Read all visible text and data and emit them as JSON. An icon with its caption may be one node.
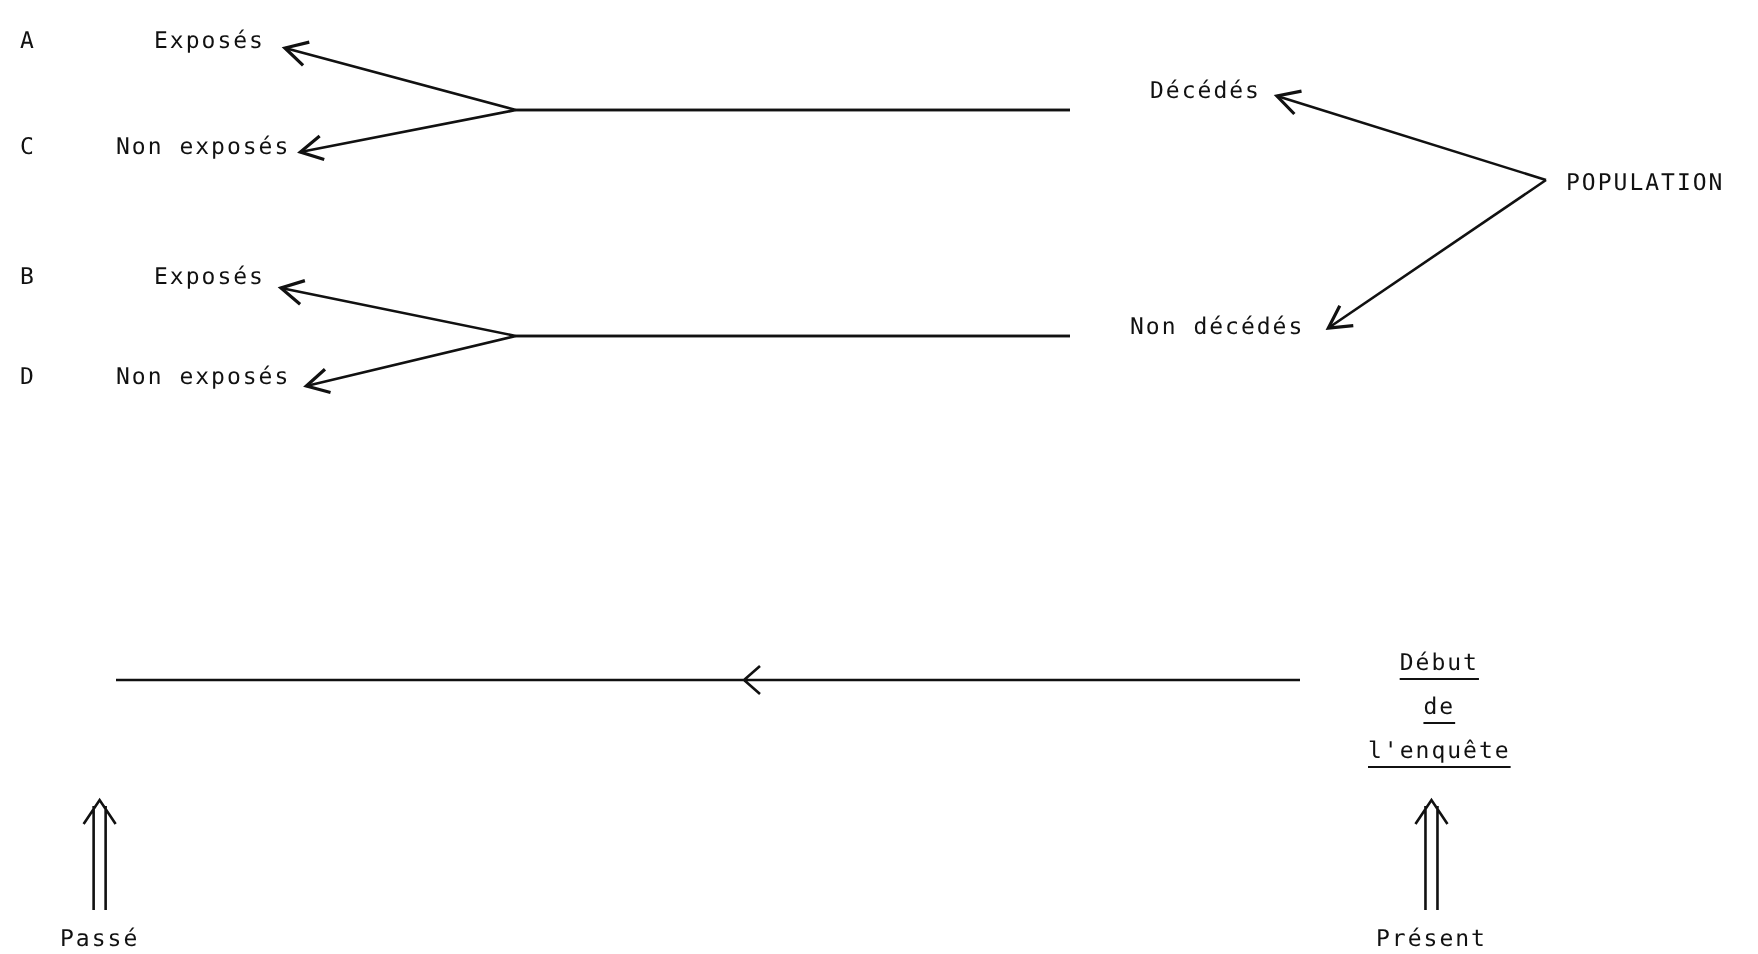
{
  "diagram": {
    "nodes": [
      {
        "text": [
          "POPULATION"
        ]
      },
      {
        "text": [
          "Décédés"
        ]
      },
      {
        "text": [
          "Non décédés"
        ]
      },
      {
        "text": [
          "Exposés"
        ]
      },
      {
        "text": [
          "Non exposés"
        ]
      },
      {
        "text": [
          "Exposés"
        ]
      },
      {
        "text": [
          "Non exposés"
        ]
      },
      {
        "text": [
          "Début de l'enquête"
        ]
      },
      {
        "text": [
          "Passé"
        ]
      },
      {
        "text": [
          "Présent"
        ]
      }
    ],
    "edges": [
      {
        "from": 0,
        "to": 1,
        "arrow": "to"
      },
      {
        "from": 0,
        "to": 2,
        "arrow": "to"
      },
      {
        "from": 1,
        "to": 3,
        "arrow": "to"
      },
      {
        "from": 1,
        "to": 4,
        "arrow": "to"
      },
      {
        "from": 2,
        "to": 5,
        "arrow": "to"
      },
      {
        "from": 2,
        "to": 6,
        "arrow": "to"
      },
      {
        "from": 8,
        "to": null,
        "arrow": "to"
      },
      {
        "from": 9,
        "to": 7,
        "arrow": "to"
      }
    ],
    "labels": [
      "A",
      "C",
      "B",
      "D"
    ]
  }
}
